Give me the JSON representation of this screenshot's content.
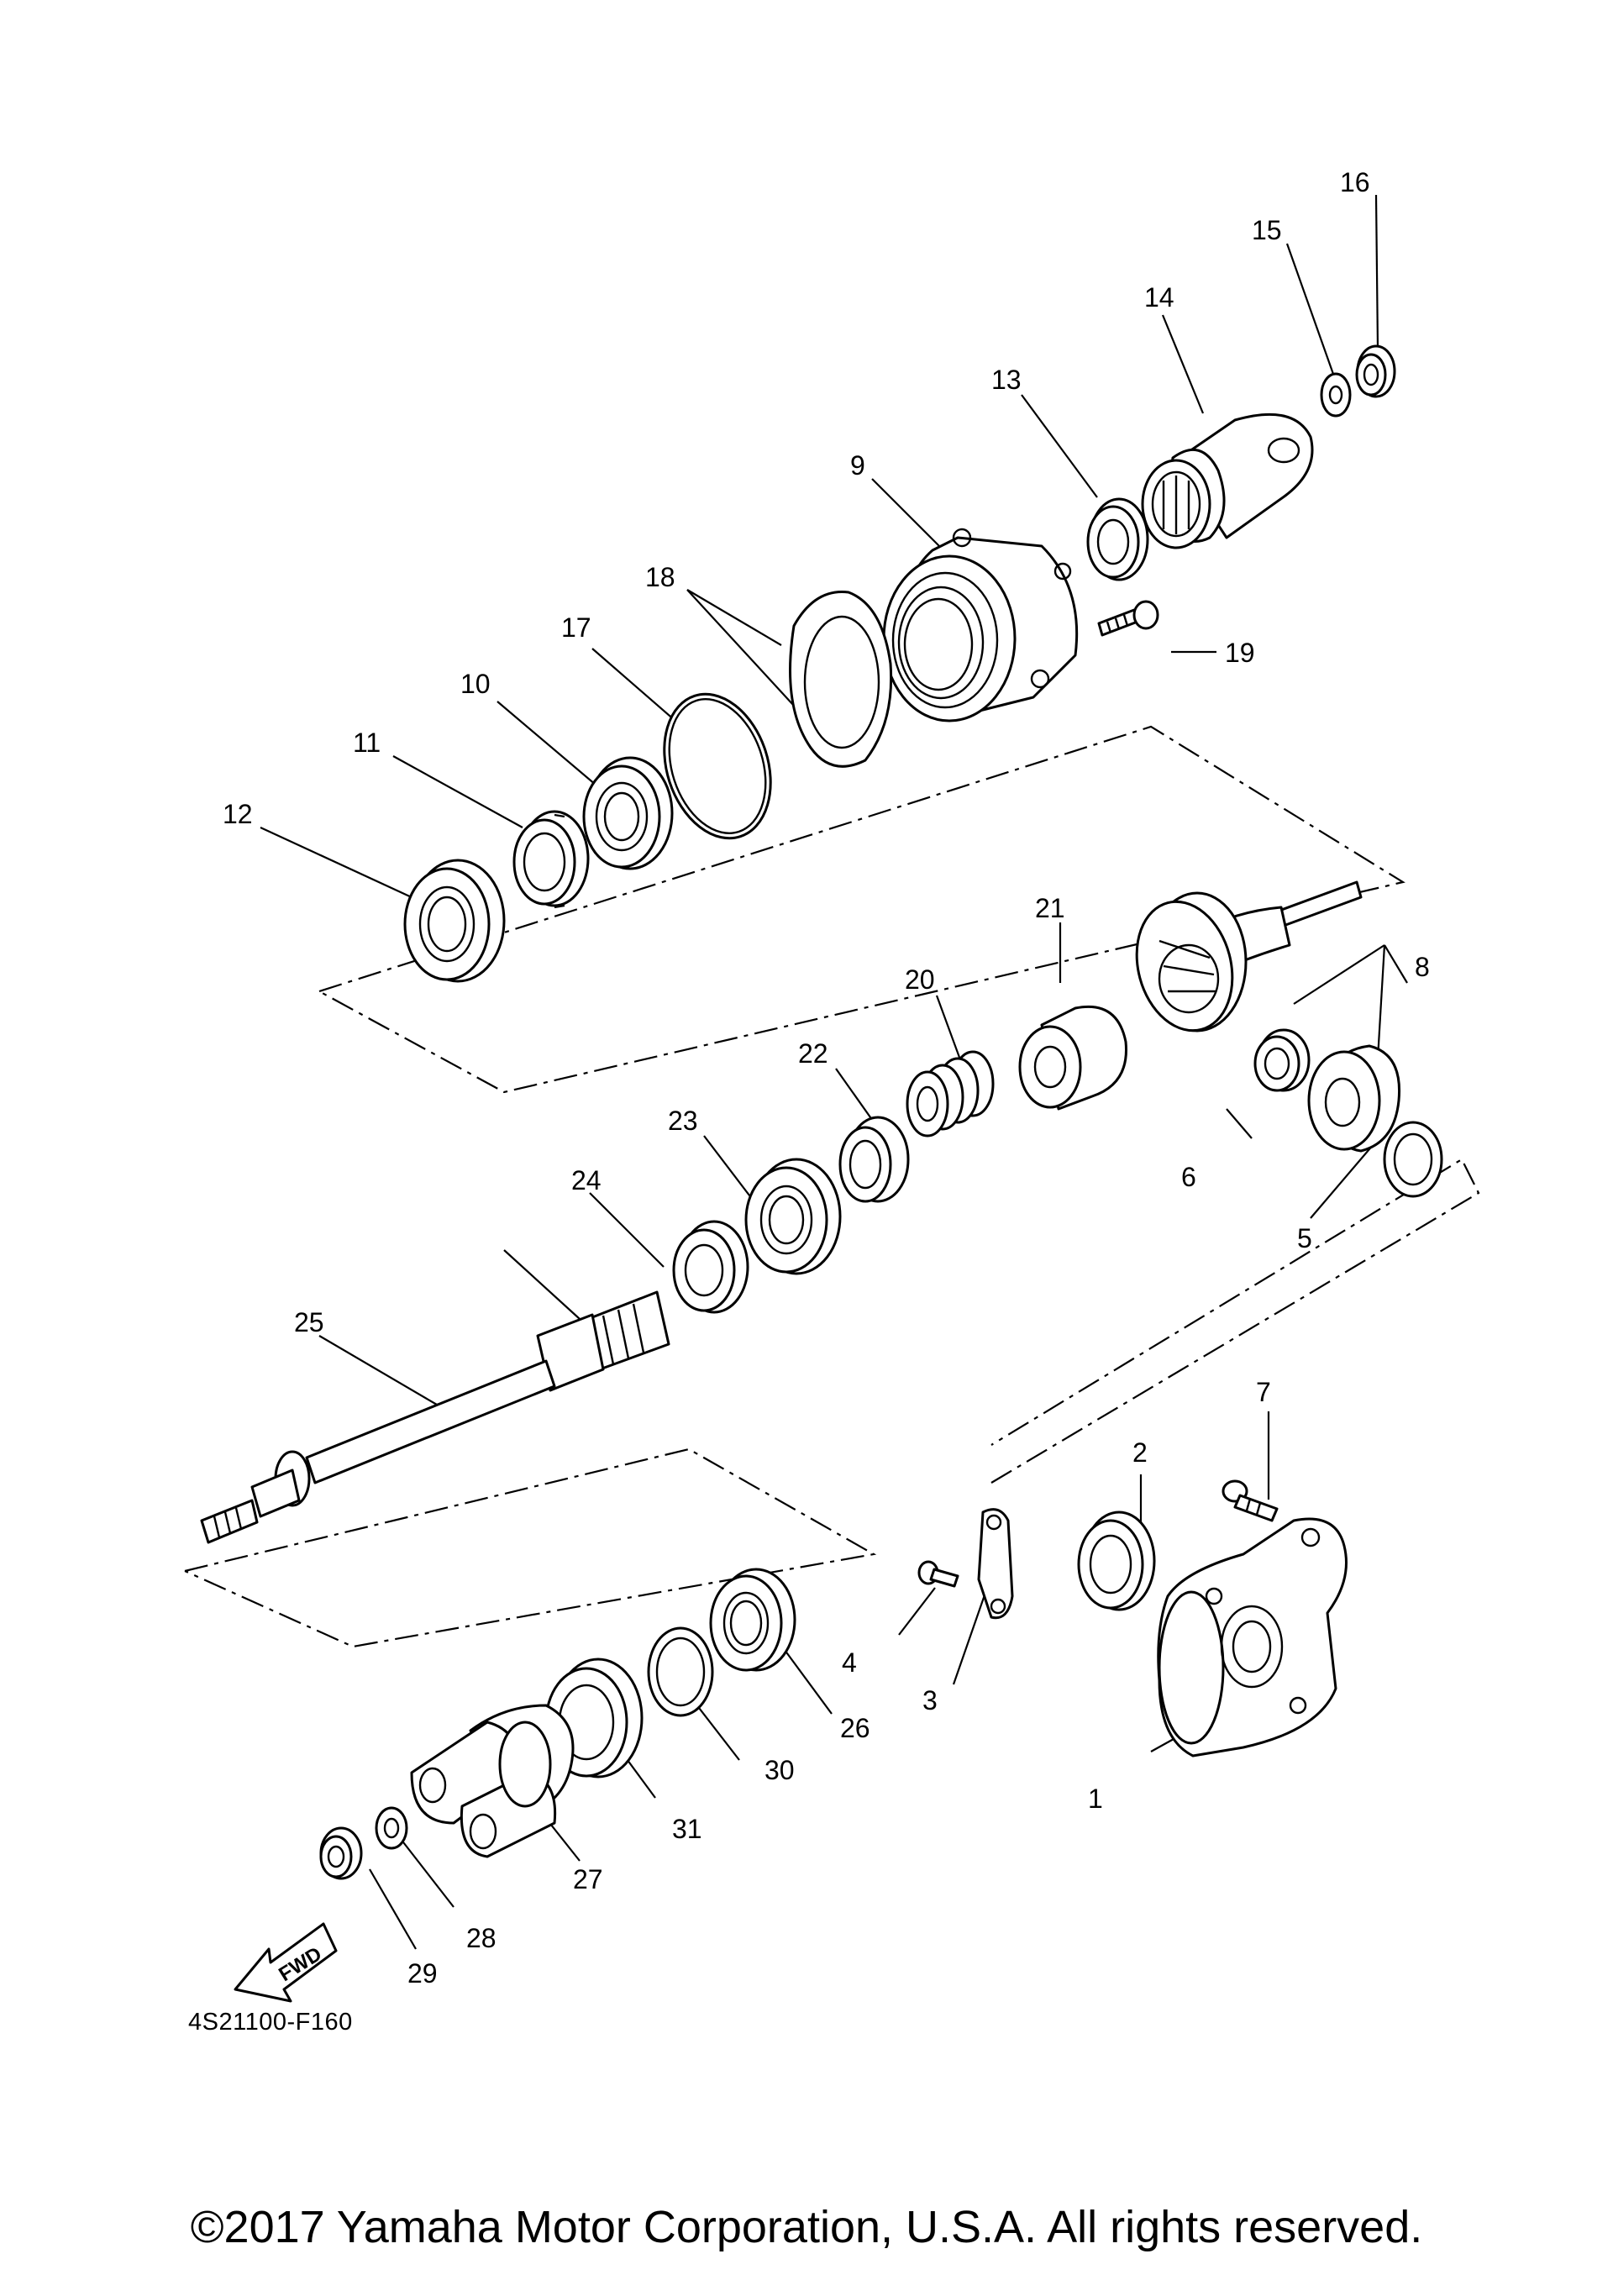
{
  "diagram": {
    "ref_code": "4S21100-F160",
    "copyright": "©2017 Yamaha Motor Corporation, U.S.A. All rights reserved.",
    "direction_label": "FWD",
    "callouts": [
      "1",
      "2",
      "3",
      "4",
      "5",
      "6",
      "7",
      "8",
      "9",
      "10",
      "11",
      "12",
      "13",
      "14",
      "15",
      "16",
      "17",
      "18",
      "19",
      "20",
      "21",
      "22",
      "23",
      "24",
      "25",
      "26",
      "27",
      "28",
      "29",
      "30",
      "31"
    ]
  }
}
